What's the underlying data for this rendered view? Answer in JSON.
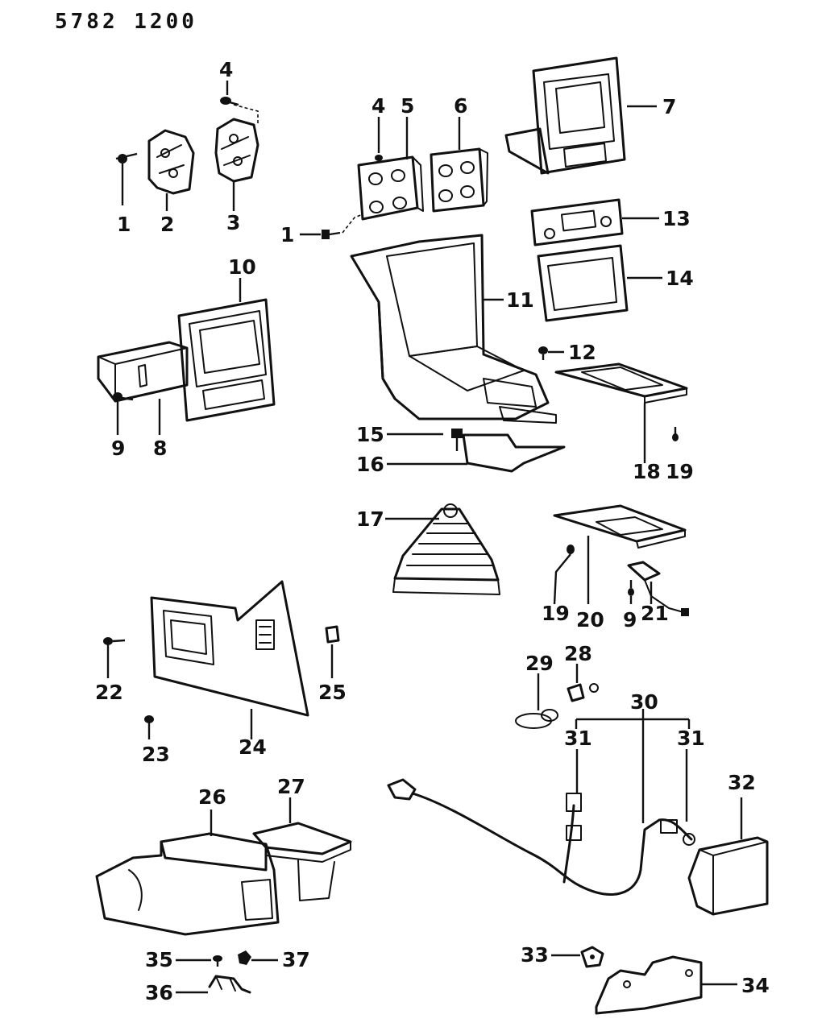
{
  "header": {
    "code": "5782 1200"
  },
  "callouts": {
    "n1": "1",
    "n2": "2",
    "n3": "3",
    "n4": "4",
    "n5": "5",
    "n6": "6",
    "n7": "7",
    "n8": "8",
    "n9": "9",
    "n10": "10",
    "n11": "11",
    "n12": "12",
    "n13": "13",
    "n14": "14",
    "n15": "15",
    "n16": "16",
    "n17": "17",
    "n18": "18",
    "n19": "19",
    "n20": "20",
    "n21": "21",
    "n22": "22",
    "n23": "23",
    "n24": "24",
    "n25": "25",
    "n26": "26",
    "n27": "27",
    "n28": "28",
    "n29": "29",
    "n30": "30",
    "n31": "31",
    "n32": "32",
    "n33": "33",
    "n34": "34",
    "n35": "35",
    "n36": "36",
    "n37": "37"
  }
}
